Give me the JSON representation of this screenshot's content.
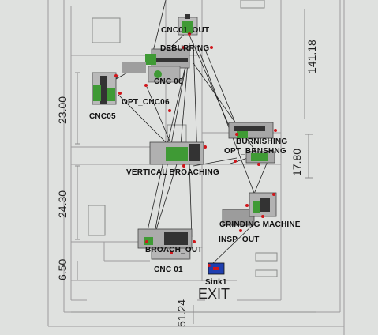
{
  "machines": [
    {
      "id": "cnc01_out",
      "label": "CNC01_OUT"
    },
    {
      "id": "deburring",
      "label": "DEBURRING"
    },
    {
      "id": "cnc06",
      "label": "CNC 06"
    },
    {
      "id": "opt_cnc06",
      "label": "OPT_CNC06"
    },
    {
      "id": "cnc05",
      "label": "CNC05"
    },
    {
      "id": "burnishing",
      "label": "BURNISHING"
    },
    {
      "id": "opt_brnshng",
      "label": "OPT_BRNSHNG"
    },
    {
      "id": "vertical_broaching",
      "label": "VERTICAL BROACHING"
    },
    {
      "id": "grinding_machine",
      "label": "GRINDING MACHINE"
    },
    {
      "id": "insp_out",
      "label": "INSP_OUT"
    },
    {
      "id": "broach_out",
      "label": "BROACH_OUT"
    },
    {
      "id": "cnc01",
      "label": "CNC 01"
    },
    {
      "id": "sink1",
      "label": "Sink1"
    }
  ],
  "exit_label": "EXIT",
  "dimensions": {
    "d141": "141.18",
    "d23": "23.00",
    "d1780": "17.80",
    "d2430": "24.30",
    "d650": "6.50",
    "d5124": "51.24"
  },
  "colors": {
    "background": "#dfe1df",
    "machine_green": "#3f9a35",
    "machine_dark": "#3a3a3a",
    "connector": "#d0161b"
  }
}
